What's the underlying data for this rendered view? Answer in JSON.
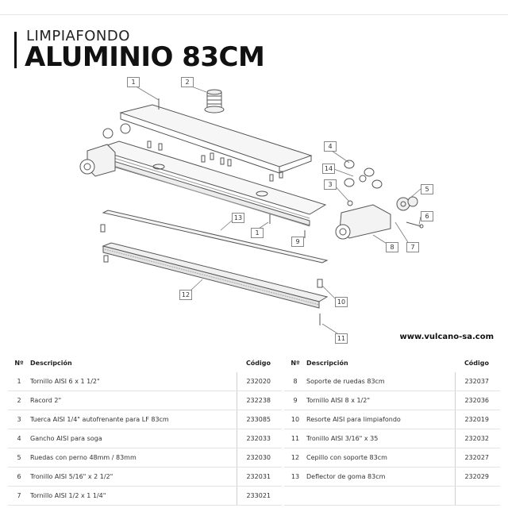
{
  "header": {
    "subtitle": "LIMPIAFONDO",
    "title": "ALUMINIO 83CM"
  },
  "callouts": [
    "1",
    "2",
    "4",
    "14",
    "3",
    "5",
    "6",
    "13",
    "1",
    "9",
    "8",
    "7",
    "12",
    "10",
    "11"
  ],
  "website": "www.vulcano-sa.com",
  "table": {
    "headers": {
      "num": "Nº",
      "desc": "Descripción",
      "code": "Código"
    },
    "left": [
      {
        "num": "1",
        "desc": "Tornillo AISI 6 x 1 1/2\"",
        "code": "232020"
      },
      {
        "num": "2",
        "desc": "Racord 2\"",
        "code": "232238"
      },
      {
        "num": "3",
        "desc": "Tuerca AISI 1/4\" autofrenante para LF 83cm",
        "code": "233085"
      },
      {
        "num": "4",
        "desc": "Gancho AISI para soga",
        "code": "232033"
      },
      {
        "num": "5",
        "desc": "Ruedas con perno 48mm / 83mm",
        "code": "232030"
      },
      {
        "num": "6",
        "desc": "Tronillo AISI 5/16\" x 2 1/2\"",
        "code": "232031"
      },
      {
        "num": "7",
        "desc": "Tornillo AISI 1/2 x 1 1/4\"",
        "code": "233021"
      }
    ],
    "right": [
      {
        "num": "8",
        "desc": "Soporte de ruedas 83cm",
        "code": "232037"
      },
      {
        "num": "9",
        "desc": "Tornillo AISI 8 x 1/2\"",
        "code": "232036"
      },
      {
        "num": "10",
        "desc": "Resorte AISI para limpiafondo",
        "code": "232019"
      },
      {
        "num": "11",
        "desc": "Tronillo AISI 3/16\" x 35",
        "code": "232032"
      },
      {
        "num": "12",
        "desc": "Cepillo con soporte 83cm",
        "code": "232027"
      },
      {
        "num": "13",
        "desc": "Deflector de goma 83cm",
        "code": "232029"
      },
      {
        "num": "",
        "desc": "",
        "code": ""
      }
    ]
  }
}
